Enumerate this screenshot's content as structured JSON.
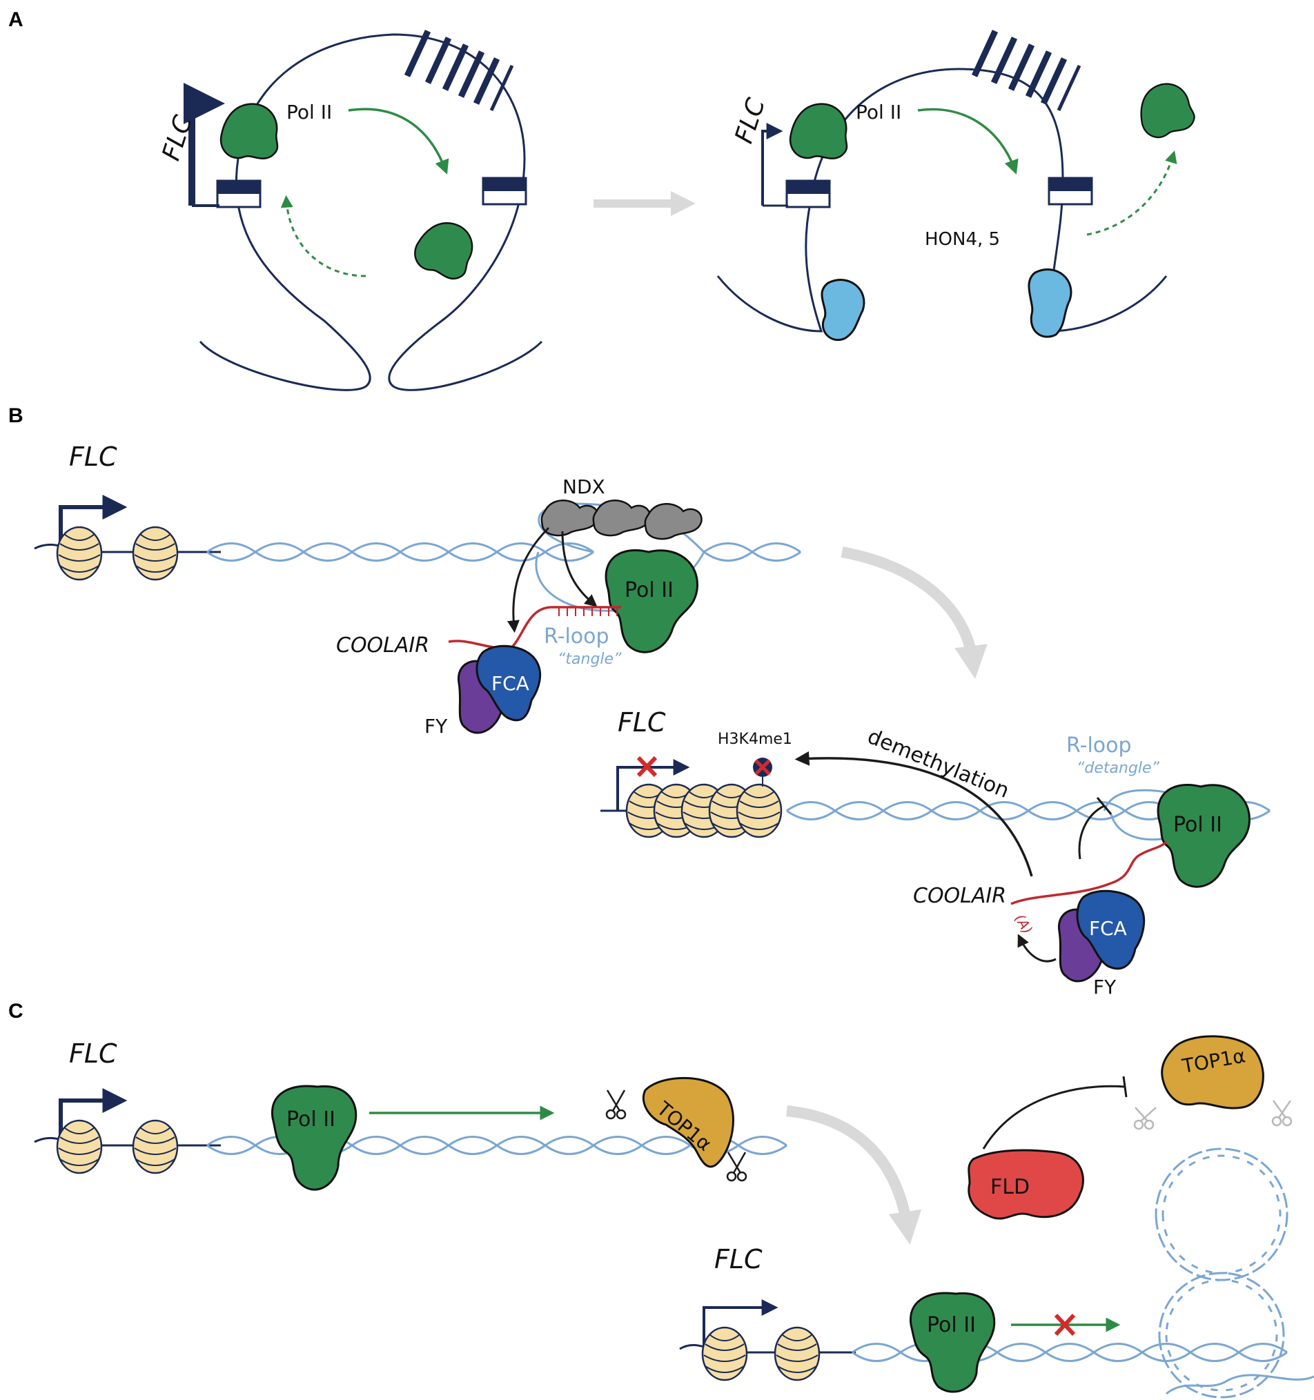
{
  "colors": {
    "navy": "#1b2a55",
    "dna_light": "#7aa6d2",
    "polii_green": "#2f8a4e",
    "arrow_green": "#2e8b45",
    "hon_blue": "#6bb8e0",
    "rna_red": "#c0282f",
    "fca_blue": "#2458a8",
    "fy_purple": "#6a3d98",
    "ndx_grey": "#8a8a8a",
    "nucleosome": "#f6dfa6",
    "top1_gold": "#d6a43a",
    "fld_red": "#e04848",
    "grey_arrow": "#d9d9d9",
    "inhibit_x": "#d42a2a"
  },
  "panel_a": {
    "letter": "A",
    "left": {
      "gene": "FLC",
      "pol": "Pol II"
    },
    "right": {
      "gene": "FLC",
      "pol": "Pol II",
      "hon": "HON4, 5"
    }
  },
  "panel_b": {
    "letter": "B",
    "top": {
      "gene": "FLC",
      "ndx": "NDX",
      "pol": "Pol II",
      "coolair": "COOLAIR",
      "rloop": "R-loop",
      "rloop_state": "“tangle”",
      "fca": "FCA",
      "fy": "FY"
    },
    "bottom": {
      "gene": "FLC",
      "mark": "H3K4me1",
      "demeth": "demethylation",
      "rloop": "R-loop",
      "rloop_state": "“detangle”",
      "pol": "Pol II",
      "coolair": "COOLAIR",
      "polya": "(A)",
      "fca": "FCA",
      "fy": "FY"
    }
  },
  "panel_c": {
    "letter": "C",
    "top": {
      "gene": "FLC",
      "pol": "Pol II",
      "top1": "TOP1α"
    },
    "right": {
      "fld": "FLD",
      "top1": "TOP1α"
    },
    "bottom": {
      "gene": "FLC",
      "pol": "Pol II"
    }
  }
}
